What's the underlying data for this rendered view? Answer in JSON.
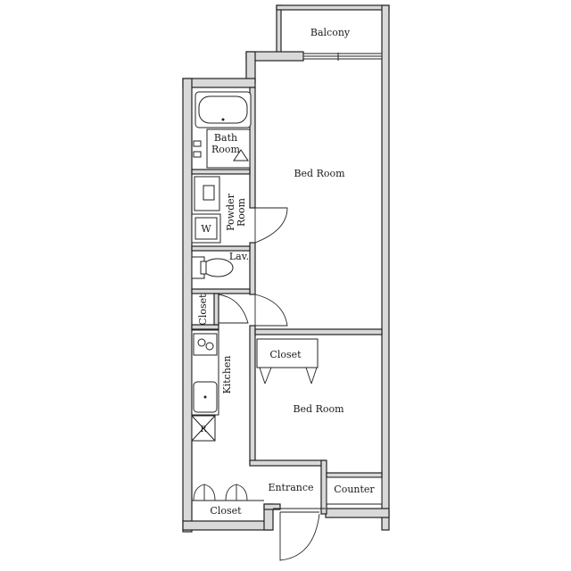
{
  "rooms": {
    "balcony": "Balcony",
    "bedroom_upper": "Bed Room",
    "bedroom_lower": "Bed Room",
    "bath_line1": "Bath",
    "bath_line2": "Room",
    "powder_line1": "Powder",
    "powder_line2": "Room",
    "lav": "Lav.",
    "closet_left": "Closet",
    "closet_middle": "Closet",
    "closet_bottom": "Closet",
    "kitchen": "Kitchen",
    "entrance": "Entrance",
    "counter": "Counter"
  },
  "fixtures": {
    "washer_mark": "W",
    "fridge_mark": "R"
  }
}
